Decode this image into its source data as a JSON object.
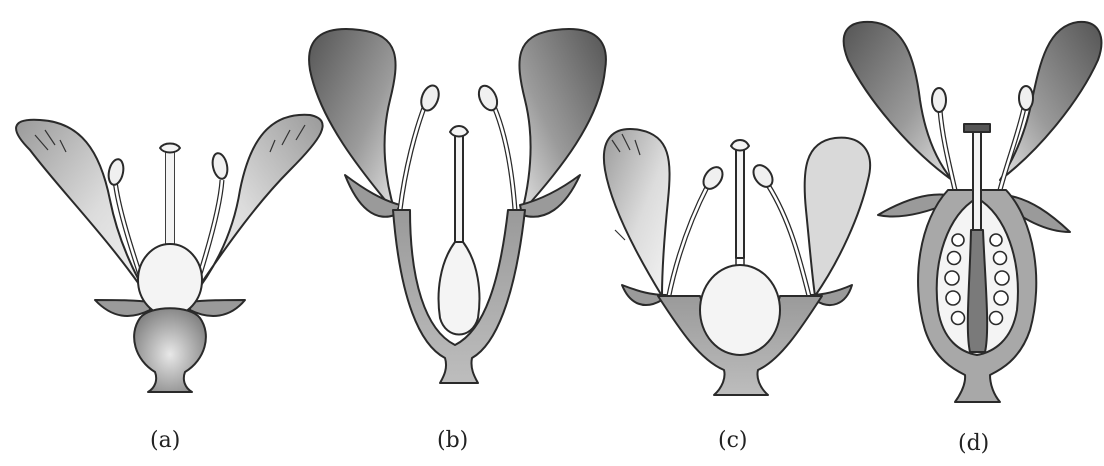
{
  "labels": {
    "a": "(a)",
    "b": "(b)",
    "c": "(c)",
    "d": "(d)"
  },
  "colors": {
    "outline": "#2a2a2a",
    "receptacle": "#8a8a8a",
    "receptacle_light": "#b5b5b5",
    "petal_light": "#e6e6e6",
    "petal_dark": "#5a5a5a",
    "ovary": "#f2f2f2",
    "background": "#ffffff"
  }
}
